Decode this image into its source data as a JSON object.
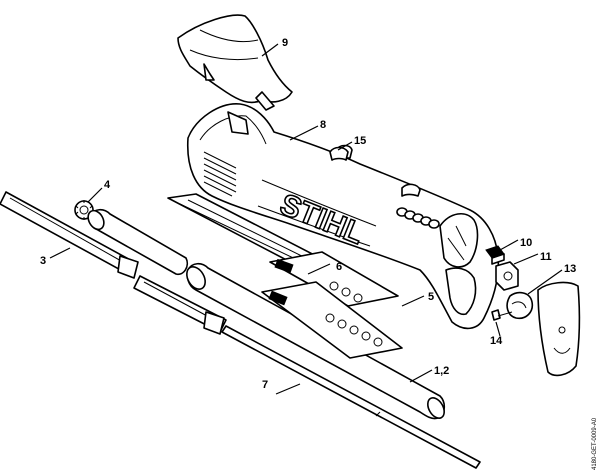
{
  "callouts": {
    "c1_2": "1,2",
    "c3": "3",
    "c4": "4",
    "c5": "5",
    "c6": "6",
    "c7": "7",
    "c8": "8",
    "c9": "9",
    "c10": "10",
    "c11": "11",
    "c13": "13",
    "c14": "14",
    "c15": "15"
  },
  "brand_text": "STIHL",
  "reference_code": "4180-GET-0009-A0"
}
